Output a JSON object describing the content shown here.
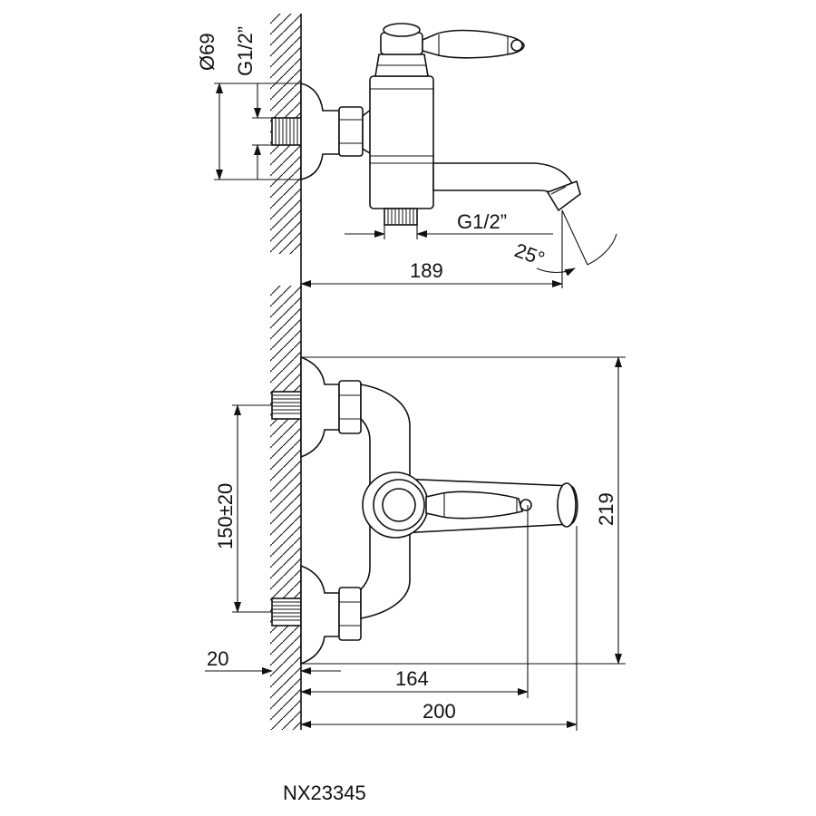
{
  "drawing": {
    "model_code": "NX23345",
    "dimensions": {
      "diameter": "Ø69",
      "thread_top": "G1/2”",
      "thread_outlet": "G1/2”",
      "angle": "25°",
      "depth": "189",
      "connection_spacing": "150±20",
      "height": "219",
      "wall_offset": "20",
      "handle_reach": "164",
      "total_reach": "200"
    }
  }
}
